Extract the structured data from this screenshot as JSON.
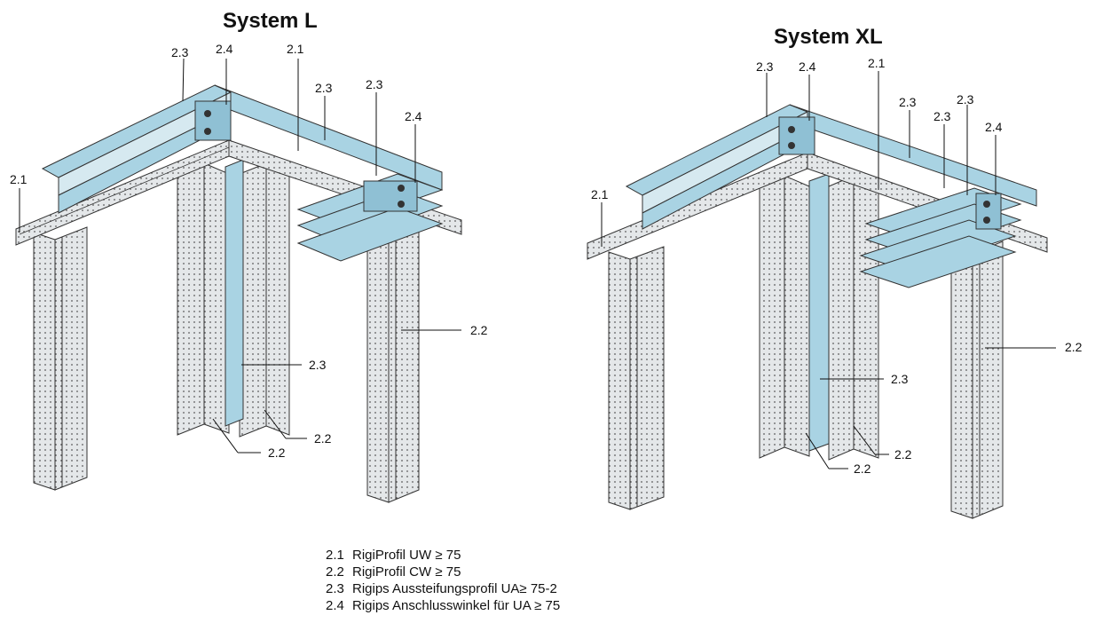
{
  "titles": {
    "left": "System L",
    "right": "System XL"
  },
  "legend": [
    {
      "num": "2.1",
      "text": "RigiProfil UW ≥ 75"
    },
    {
      "num": "2.2",
      "text": "RigiProfil CW ≥ 75"
    },
    {
      "num": "2.3",
      "text": "Rigips Aussteifungsprofil UA≥ 75-2"
    },
    {
      "num": "2.4",
      "text": "Rigips Anschlusswinkel für UA ≥ 75"
    }
  ],
  "callouts": {
    "c21": "2.1",
    "c22": "2.2",
    "c23": "2.3",
    "c24": "2.4"
  },
  "colors": {
    "steel": "#a9d3e3",
    "steel_dark": "#7fb3c8",
    "stud": "#e3e6e8",
    "perf": "#555555",
    "outline": "#333333"
  }
}
